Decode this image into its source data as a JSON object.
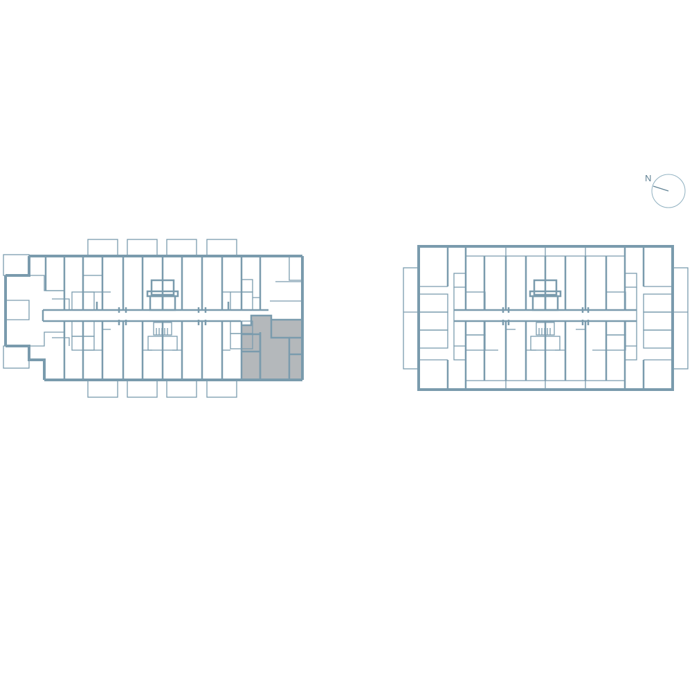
{
  "compass": {
    "label": "N",
    "icon": "north-arrow-icon"
  },
  "colors": {
    "wall": "#7a9bad",
    "highlight": "#b4b8bb",
    "background": "#ffffff"
  },
  "plans": [
    {
      "name": "building-left",
      "highlighted_unit": "east-end-unit"
    },
    {
      "name": "building-right",
      "highlighted_unit": ""
    }
  ]
}
